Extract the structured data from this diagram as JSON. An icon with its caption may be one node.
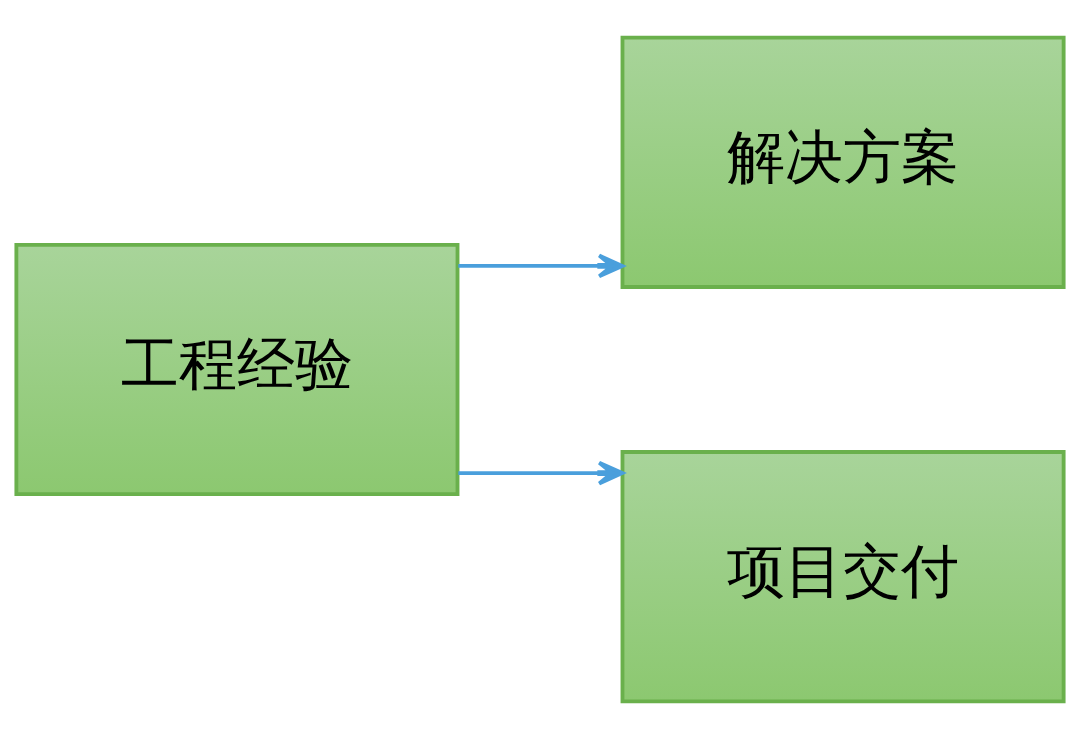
{
  "diagram": {
    "nodes": [
      {
        "text": [
          "工程经验"
        ]
      },
      {
        "text": [
          "解决方案"
        ]
      },
      {
        "text": [
          "项目交付"
        ]
      }
    ],
    "edges": [
      {
        "from": 0,
        "to": 1,
        "arrow": "to"
      },
      {
        "from": 0,
        "to": 2,
        "arrow": "to"
      }
    ]
  }
}
